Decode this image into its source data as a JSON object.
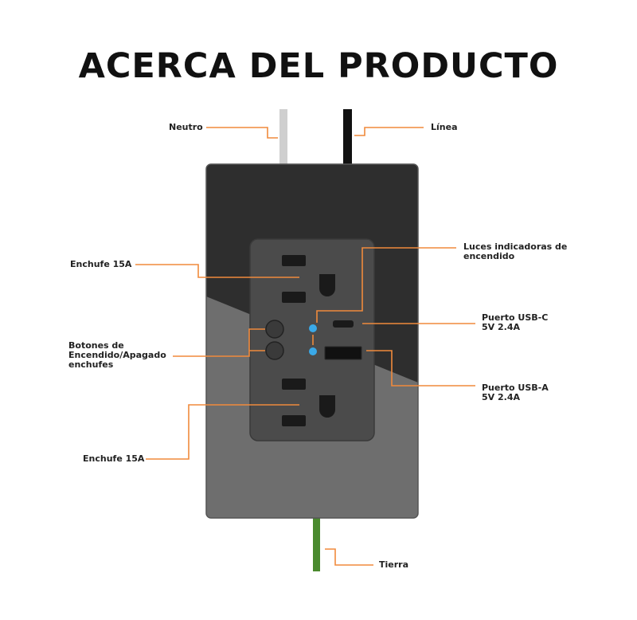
{
  "title": "ACERCA DEL PRODUCTO",
  "labels": {
    "neutro": "Neutro",
    "linea": "Línea",
    "luces": "Luces indicadoras de\nencendido",
    "enchufe_top": "Enchufe 15A",
    "puerto_c": "Puerto USB-C\n5V 2.4A",
    "botones": "Botones de\nEncendido/Apagado\nenchufes",
    "puerto_a": "Puerto USB-A\n5V 2.4A",
    "enchufe_bottom": "Enchufe 15A",
    "tierra": "Tierra"
  },
  "colors": {
    "callout": "#f08a3c",
    "led": "#3aa9e8",
    "body_dark": "#2f2f2f",
    "body_light": "#6f6f6f",
    "panel": "#4a4a4a",
    "wire_neutral": "#cfcfcf",
    "wire_line": "#111111",
    "wire_ground": "#4a8a2e"
  }
}
